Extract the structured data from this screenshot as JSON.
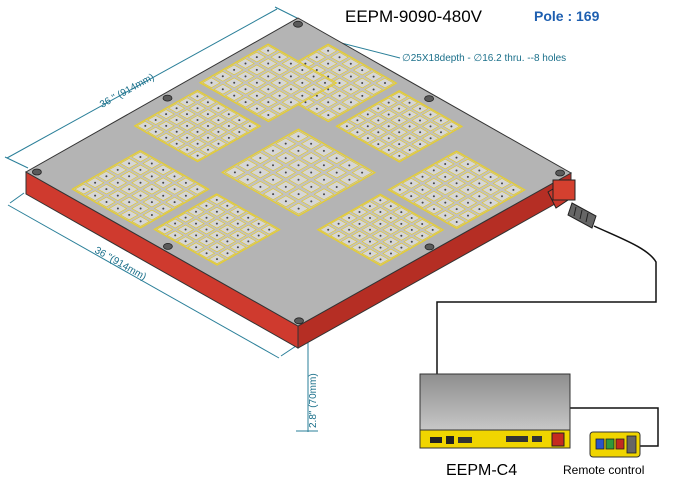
{
  "title": {
    "model": "EEPM-9090-480V",
    "pole": "Pole : 169"
  },
  "hole_spec": "∅25X18depth  -  ∅16.2 thru. --8 holes",
  "dimensions": {
    "top_edge": "36 \" (914mm)",
    "front_edge": "36 \"(914mm)",
    "height": "2.8\" (70mm)"
  },
  "controller": {
    "label": "EEPM-C4"
  },
  "remote": {
    "label": "Remote control"
  },
  "colors": {
    "title_blue": "#1e5fb0",
    "text_teal": "#1a6f8a",
    "base_red": "#cf3a2e",
    "plate_gray": "#b4b4b4",
    "pole_yellow": "#e8cf2a",
    "controller_yellow": "#f0d500"
  },
  "icons": [
    "mounting-hole-icon",
    "cable-connector-icon",
    "control-box-icon",
    "remote-control-icon"
  ]
}
